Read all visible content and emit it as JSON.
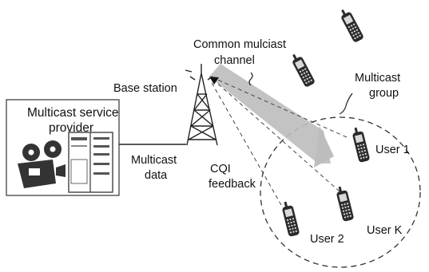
{
  "labels": {
    "base_station": "Base station",
    "channel_line1": "Common mulciast",
    "channel_line2": "channel",
    "group_line1": "Multicast",
    "group_line2": "group",
    "provider_line1": "Multicast service",
    "provider_line2": "provider",
    "data_line1": "Multicast",
    "data_line2": "data",
    "cqi_line1": "CQI",
    "cqi_line2": "feedback",
    "user1": "User 1",
    "userK": "User K",
    "user2": "User 2"
  },
  "icons": [
    "tower-icon",
    "server-rack-icon",
    "film-projector-icon",
    "mobile-phone-icon"
  ],
  "colors": {
    "beam": "#bdbdbd",
    "stroke": "#222222",
    "phone": "#2b2b2b"
  }
}
